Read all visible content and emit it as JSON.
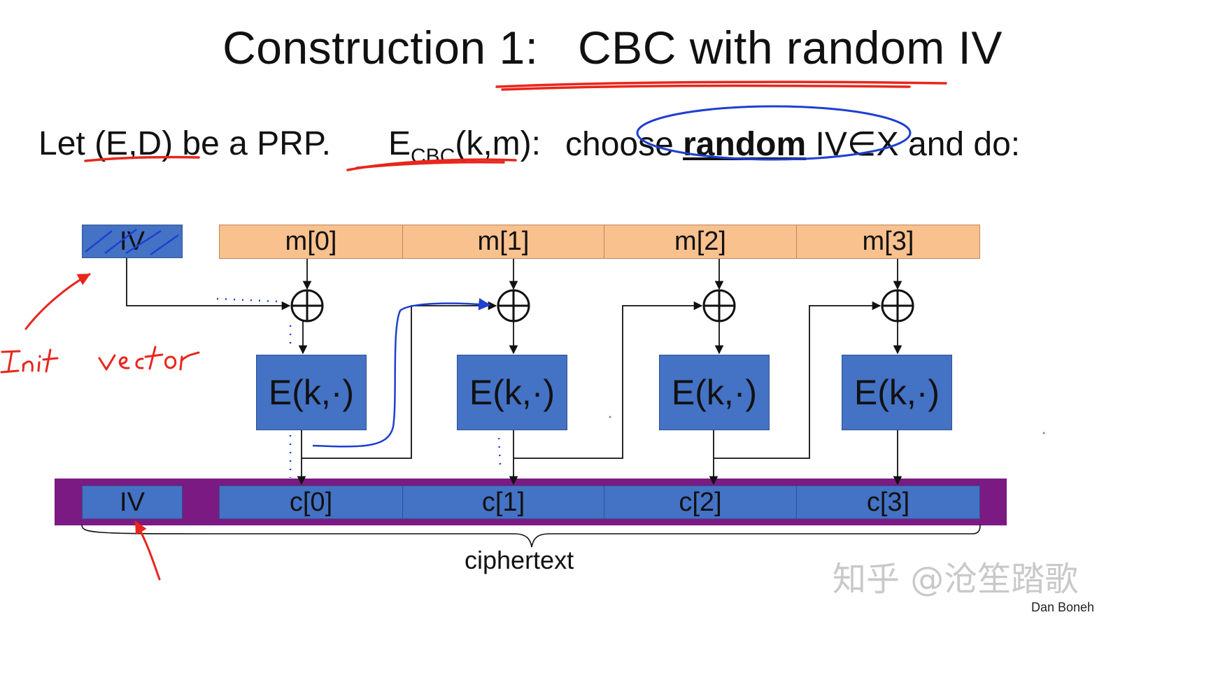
{
  "title": "Construction 1:   CBC with random IV",
  "intro": {
    "prp": "Let (E,D) be a PRP.",
    "ecbc_main": "E",
    "ecbc_sub": "CBC",
    "ecbc_rest": "(k,m):",
    "choose": "choose ",
    "random": "random",
    "rest": " IV∈X and do:"
  },
  "diagram": {
    "iv_top": "IV",
    "messages": [
      "m[0]",
      "m[1]",
      "m[2]",
      "m[3]"
    ],
    "encrypt_label": "E(k,·)",
    "iv_bottom": "IV",
    "ciphers": [
      "c[0]",
      "c[1]",
      "c[2]",
      "c[3]"
    ],
    "ciphertext_label": "ciphertext"
  },
  "annotations": {
    "handwritten_note": "Init  vector"
  },
  "watermark": "知乎 @沧笙踏歌",
  "credit": "Dan Boneh",
  "colors": {
    "block_blue": "#4472c4",
    "message_orange": "#f8c18e",
    "ciphertext_band": "#7b1a82",
    "ink_red": "#e8261c",
    "ink_blue": "#1f3fd0"
  }
}
